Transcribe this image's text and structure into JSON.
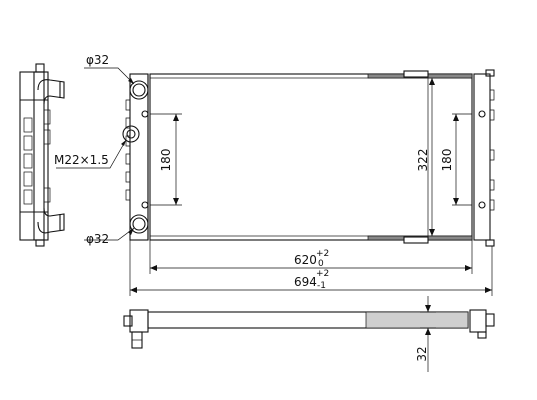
{
  "labels": {
    "pipe_top": "φ32",
    "pipe_bottom": "φ32",
    "thread": "M22×1.5",
    "height_left": "180",
    "height_right": "180",
    "core_height": "322",
    "core_width": "620",
    "core_width_tol_upper": "+2",
    "core_width_tol_lower": "0",
    "overall_width": "694",
    "overall_width_tol_upper": "+2",
    "overall_width_tol_lower": "-1",
    "depth": "32"
  },
  "colors": {
    "line": "#111111",
    "background": "#ffffff"
  }
}
